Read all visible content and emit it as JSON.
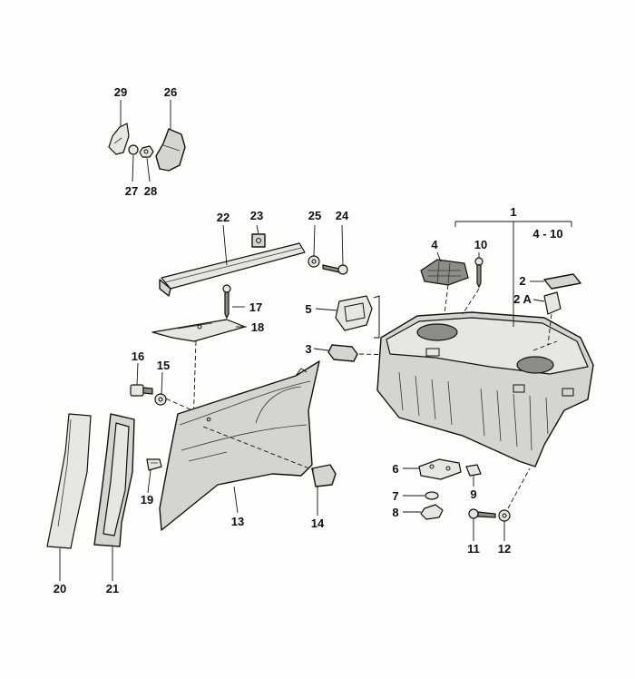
{
  "diagram": {
    "callouts": [
      {
        "id": "c1",
        "label": "1"
      },
      {
        "id": "c410",
        "label": "4 - 10"
      },
      {
        "id": "c2",
        "label": "2"
      },
      {
        "id": "c2a",
        "label": "2 A"
      },
      {
        "id": "c3",
        "label": "3"
      },
      {
        "id": "c4",
        "label": "4"
      },
      {
        "id": "c5",
        "label": "5"
      },
      {
        "id": "c6",
        "label": "6"
      },
      {
        "id": "c7",
        "label": "7"
      },
      {
        "id": "c8",
        "label": "8"
      },
      {
        "id": "c9",
        "label": "9"
      },
      {
        "id": "c10",
        "label": "10"
      },
      {
        "id": "c11",
        "label": "11"
      },
      {
        "id": "c12",
        "label": "12"
      },
      {
        "id": "c13",
        "label": "13"
      },
      {
        "id": "c14",
        "label": "14"
      },
      {
        "id": "c15",
        "label": "15"
      },
      {
        "id": "c16",
        "label": "16"
      },
      {
        "id": "c17",
        "label": "17"
      },
      {
        "id": "c18",
        "label": "18"
      },
      {
        "id": "c19",
        "label": "19"
      },
      {
        "id": "c20",
        "label": "20"
      },
      {
        "id": "c21",
        "label": "21"
      },
      {
        "id": "c22",
        "label": "22"
      },
      {
        "id": "c23",
        "label": "23"
      },
      {
        "id": "c24",
        "label": "24"
      },
      {
        "id": "c25",
        "label": "25"
      },
      {
        "id": "c26",
        "label": "26"
      },
      {
        "id": "c27",
        "label": "27"
      },
      {
        "id": "c28",
        "label": "28"
      },
      {
        "id": "c29",
        "label": "29"
      }
    ]
  }
}
